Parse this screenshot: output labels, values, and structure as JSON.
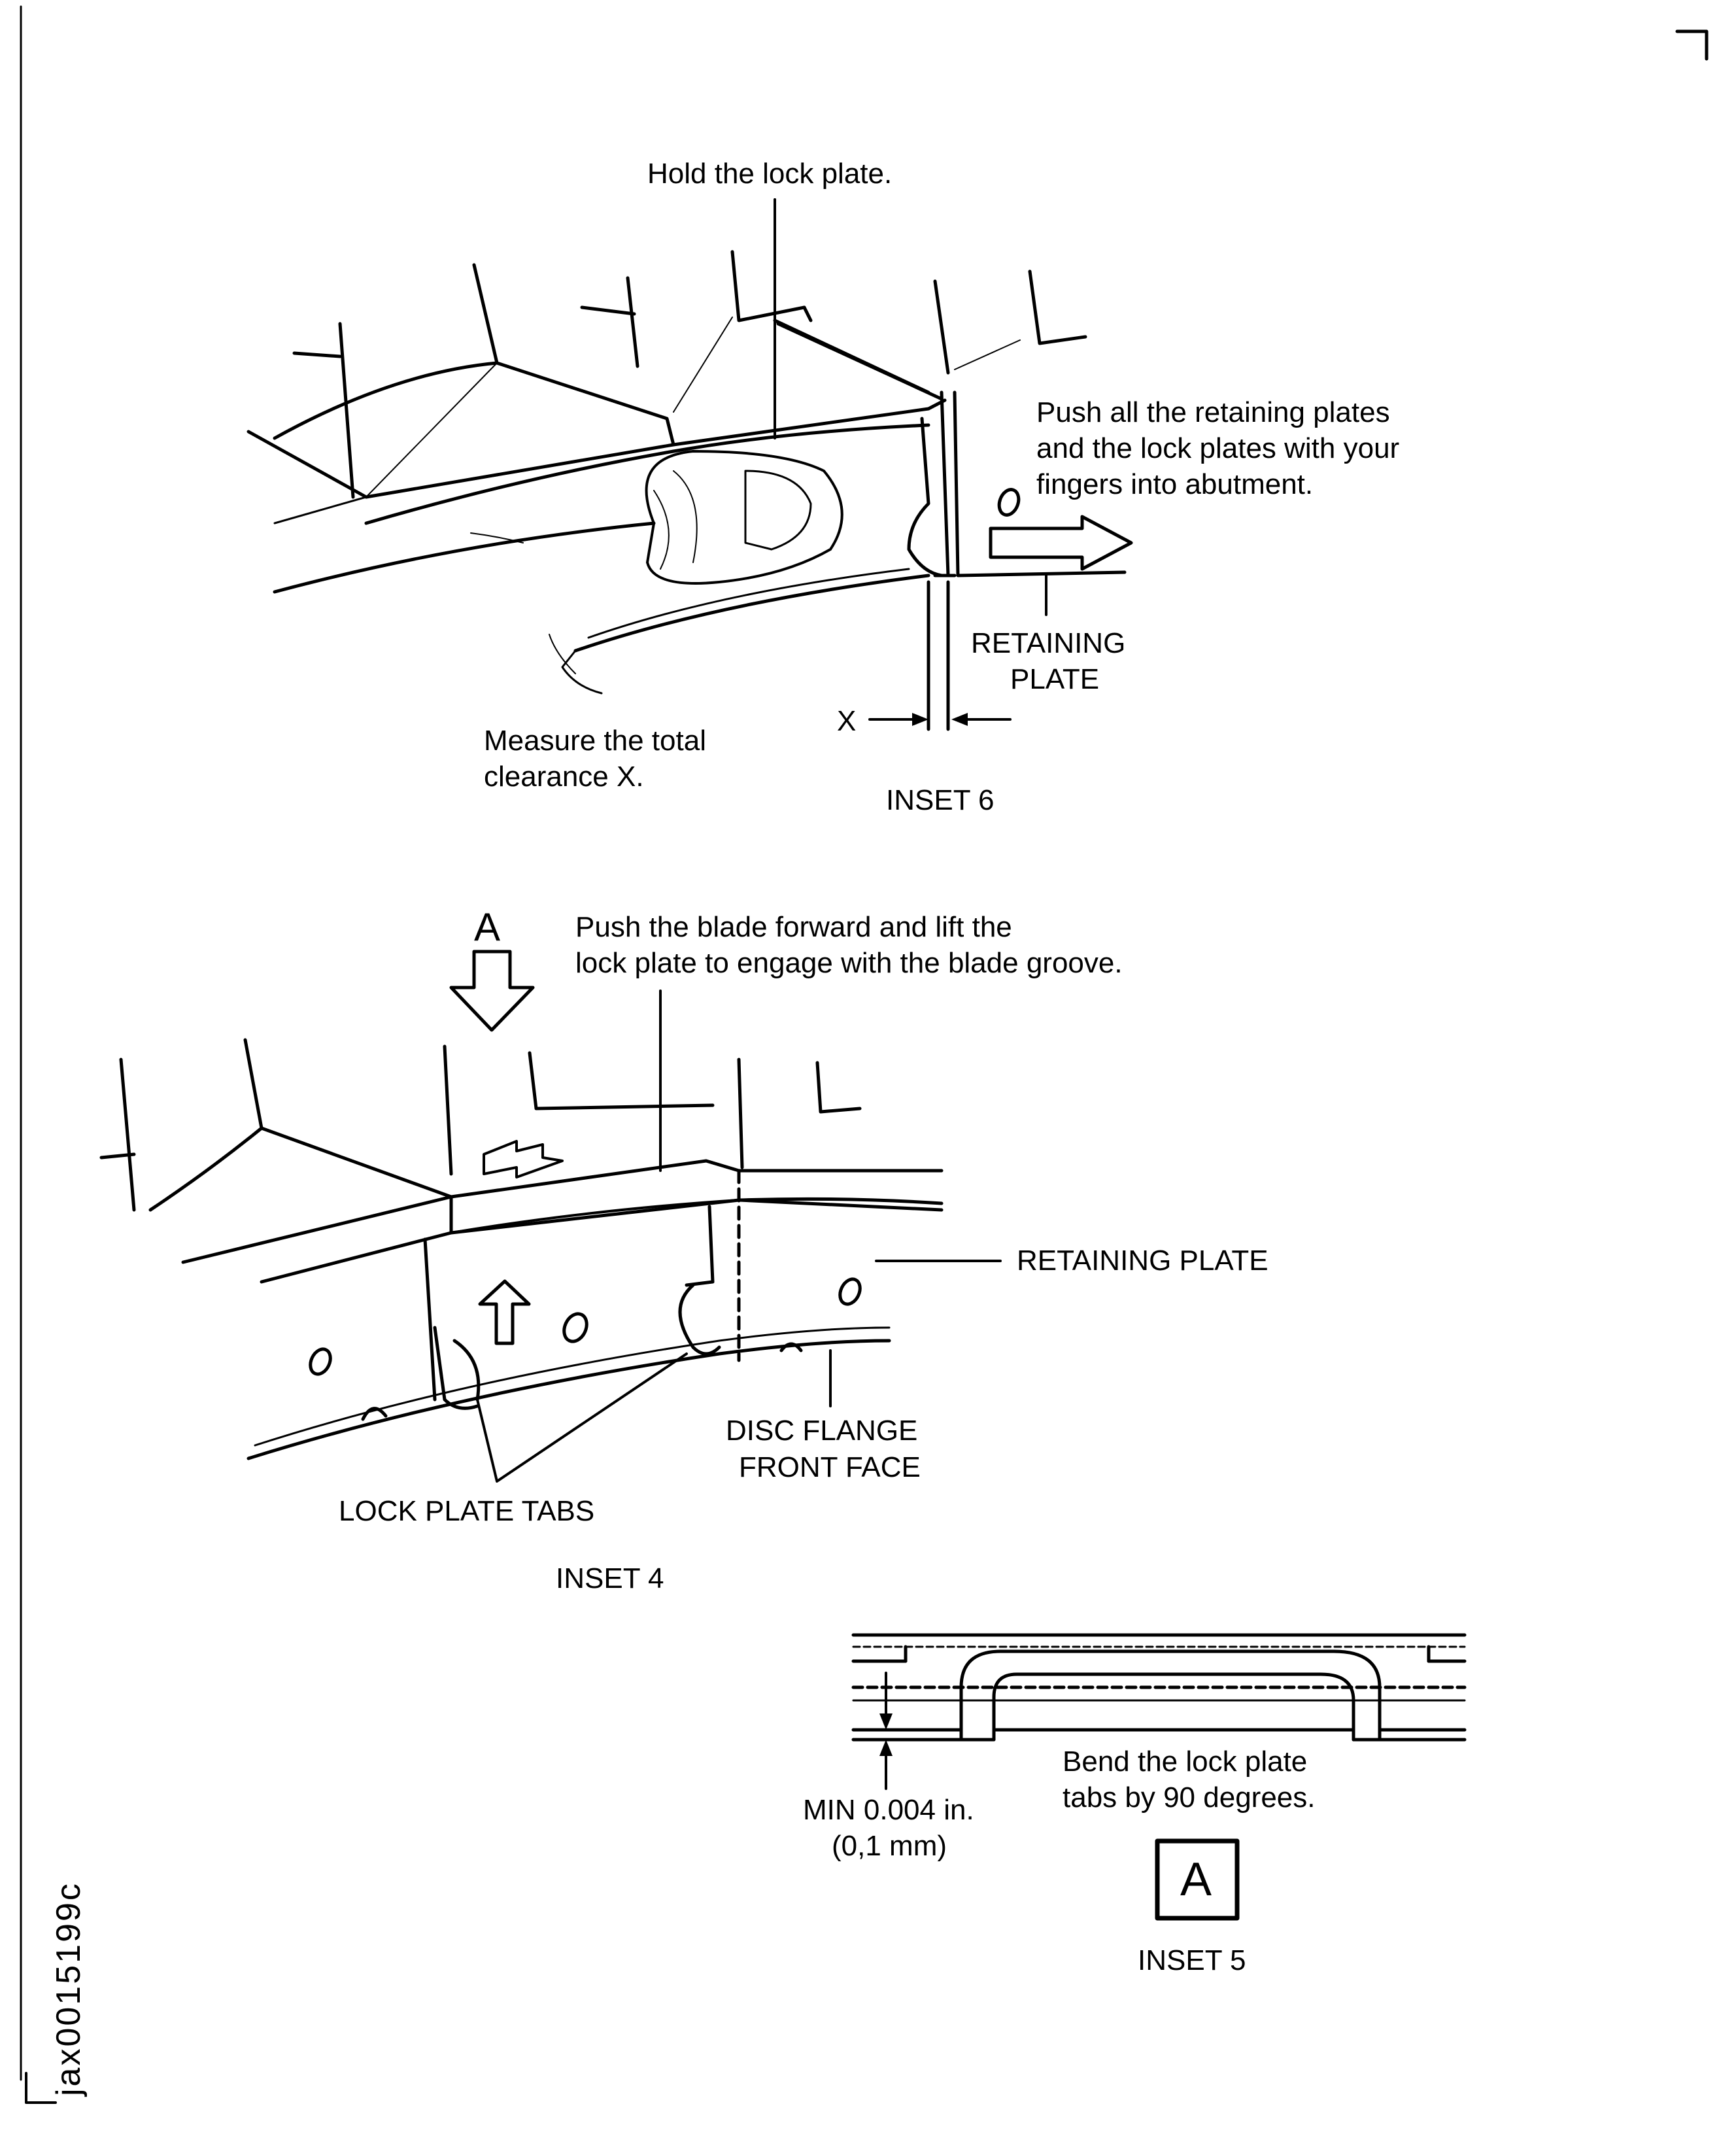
{
  "figure_id": "jax0015199c",
  "inset6": {
    "title": "INSET 6",
    "hold_lock_plate": "Hold the lock plate.",
    "push_plates": [
      "Push all the retaining plates",
      "and the lock plates with your",
      "fingers into abutment."
    ],
    "retaining_plate": [
      "RETAINING",
      "PLATE"
    ],
    "measure": [
      "Measure the total",
      "clearance X."
    ],
    "x_label": "X"
  },
  "inset4": {
    "title": "INSET 4",
    "view_letter": "A",
    "push_blade": [
      "Push the blade forward and lift the",
      "lock plate to engage with the blade groove."
    ],
    "retaining_plate": "RETAINING PLATE",
    "disc_flange": [
      "DISC FLANGE",
      "FRONT FACE"
    ],
    "lock_plate_tabs": "LOCK PLATE TABS"
  },
  "inset5": {
    "title": "INSET 5",
    "view_letter": "A",
    "bend_tabs": [
      "Bend the lock plate",
      "tabs by 90 degrees."
    ],
    "min_clearance": [
      "MIN 0.004 in.",
      "(0,1 mm)"
    ]
  }
}
